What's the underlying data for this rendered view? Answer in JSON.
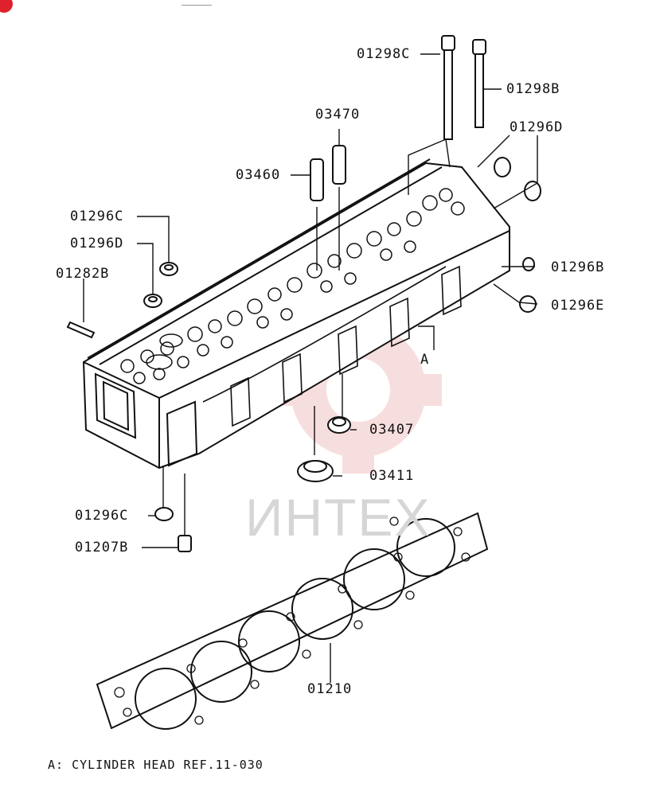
{
  "labels": {
    "p01298C": "01298C",
    "p01298B": "01298B",
    "p03470": "03470",
    "p01296D_r": "01296D",
    "p03460": "03460",
    "p01296C_l": "01296C",
    "p01296D_l": "01296D",
    "p01282B": "01282B",
    "p01296B": "01296B",
    "p01296E": "01296E",
    "refA": "A",
    "p03407": "03407",
    "p03411": "03411",
    "p01296C_b": "01296C",
    "p01207B": "01207B",
    "p01210": "01210"
  },
  "watermark": "ИНТЕХ",
  "footnote": "A: CYLINDER HEAD REF.11-030",
  "colors": {
    "ink": "#111111",
    "watermark_gear": "#f2c4c4",
    "watermark_text": "#d6d6d6",
    "badge": "#e0202a"
  }
}
